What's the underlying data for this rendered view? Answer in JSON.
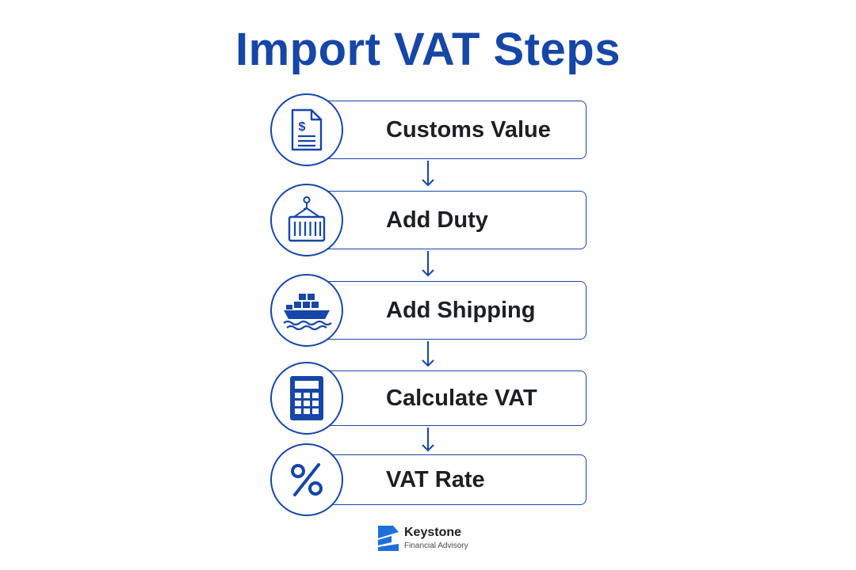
{
  "title": "Import VAT Steps",
  "colors": {
    "primary": "#1646a6",
    "text": "#1c1f24",
    "brand_blue": "#1e6fd9"
  },
  "steps": [
    {
      "label": "Customs Value",
      "icon": "document-dollar-icon"
    },
    {
      "label": "Add Duty",
      "icon": "shipping-container-icon"
    },
    {
      "label": "Add Shipping",
      "icon": "cargo-ship-icon"
    },
    {
      "label": "Calculate VAT",
      "icon": "calculator-icon"
    },
    {
      "label": "VAT Rate",
      "icon": "percent-icon"
    }
  ],
  "brand": {
    "name": "Keystone",
    "subtitle": "Financial Advisory",
    "icon": "keystone-logo-icon"
  }
}
